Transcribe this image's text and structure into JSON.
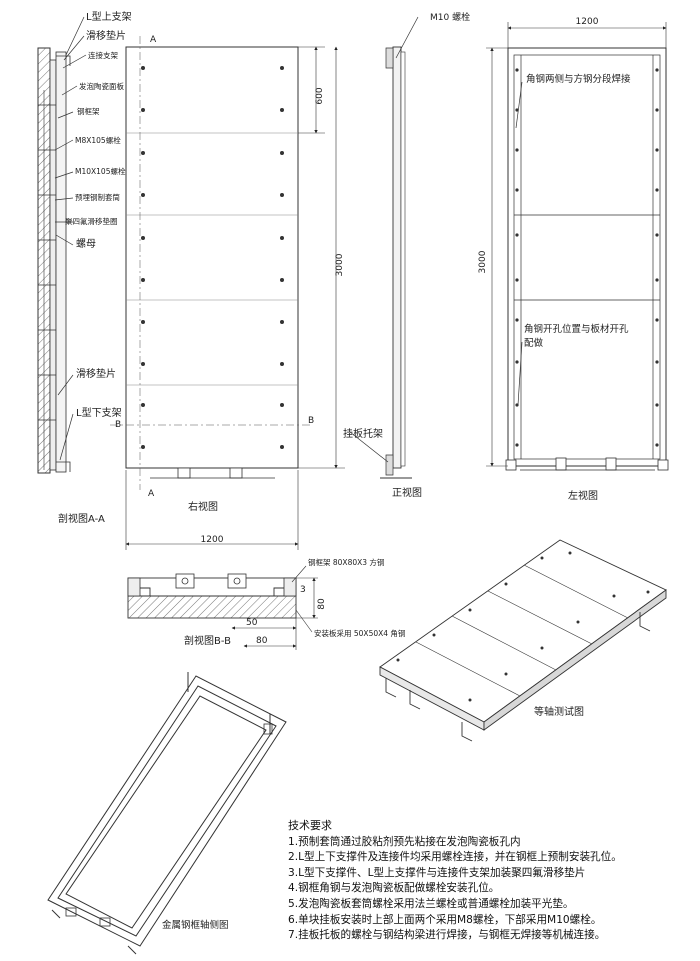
{
  "labels": {
    "l_upper": "L型上支架",
    "slide_pad_top": "滑移垫片",
    "connector": "连接支架",
    "foam_panel": "发泡陶瓷面板",
    "steel_frame": "钢框架",
    "bolt_m8": "M8X105螺栓",
    "bolt_m10": "M10X105螺栓",
    "ceramic_sleeve": "预埋钢制套筒",
    "ptfe_pad": "聚四氟滑移垫圈",
    "nut": "螺母",
    "slide_pad_bottom": "滑移垫片",
    "l_lower": "L型下支架",
    "section_aa": "剖视图A-A",
    "mark_a": "A",
    "mark_b": "B",
    "right_view": "右视图",
    "m10_bolt": "M10 螺栓",
    "front_view": "正视图",
    "hanger": "挂板托架",
    "left_view": "左视图",
    "left_note1": "角钢两侧与方钢分段焊接",
    "left_note2a": "角钢开孔位置与板材开孔",
    "left_note2b": "配做",
    "section_bb": "剖视图B-B",
    "frame_spec": "钢框架 80X80X3 方钢",
    "angle_spec": "安装板采用 50X50X4 角钢",
    "iso_view": "等轴测试图",
    "frame_iso": "金属钢框轴侧图"
  },
  "dims": {
    "d600": "600",
    "d3000": "3000",
    "d3000b": "3000",
    "d1200": "1200",
    "d1200b": "1200",
    "d3": "3",
    "d80": "80",
    "d50": "50",
    "d80b": "80"
  },
  "tech": {
    "title": "技术要求",
    "items": [
      "1.预制套筒通过胶粘剂预先粘接在发泡陶瓷板孔内",
      "2.L型上下支撑件及连接件均采用螺栓连接，并在钢框上预制安装孔位。",
      "3.L型下支撑件、L型上支撑件与连接件支架加装聚四氟滑移垫片",
      "4.钢框角钢与发泡陶瓷板配做螺栓安装孔位。",
      "5.发泡陶瓷板套筒螺栓采用法兰螺栓或普通螺栓加装平光垫。",
      "6.单块挂板安装时上部上面两个采用M8螺栓，下部采用M10螺栓。",
      "7.挂板托板的螺栓与钢结构梁进行焊接，与钢框无焊接等机械连接。"
    ]
  }
}
